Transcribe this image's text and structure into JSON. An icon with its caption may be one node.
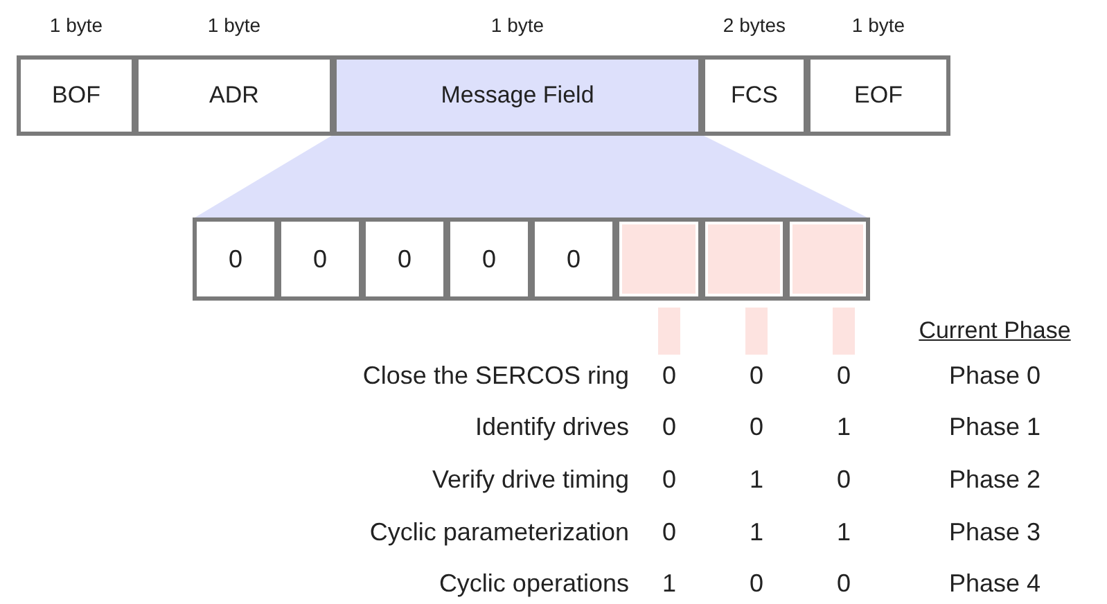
{
  "diagram": {
    "nodes": [
      {
        "text": [
          "BOF"
        ],
        "beside": [
          "1 byte"
        ]
      },
      {
        "text": [
          "ADR"
        ],
        "beside": [
          "1 byte"
        ]
      },
      {
        "text": [
          "Message Field"
        ],
        "beside": [
          "1 byte"
        ]
      },
      {
        "text": [
          "FCS"
        ],
        "beside": [
          "2 bytes"
        ]
      },
      {
        "text": [
          "EOF"
        ],
        "beside": [
          "1 byte"
        ]
      },
      {
        "text": [
          "0"
        ]
      },
      {
        "text": [
          "0"
        ]
      },
      {
        "text": [
          "0"
        ]
      },
      {
        "text": [
          "0"
        ]
      },
      {
        "text": [
          "0"
        ]
      },
      {
        "text": [],
        "shape": "box"
      },
      {
        "text": [],
        "shape": "box"
      },
      {
        "text": [],
        "shape": "box"
      }
    ],
    "labels": [
      "Current Phase",
      "Close the SERCOS ring",
      "0",
      "0",
      "0",
      "Phase 0",
      "Identify drives",
      "0",
      "0",
      "1",
      "Phase 1",
      "Verify drive timing",
      "0",
      "1",
      "0",
      "Phase 2",
      "Cyclic parameterization",
      "0",
      "1",
      "1",
      "Phase 3",
      "Cyclic operations",
      "1",
      "0",
      "0",
      "Phase 4"
    ]
  }
}
